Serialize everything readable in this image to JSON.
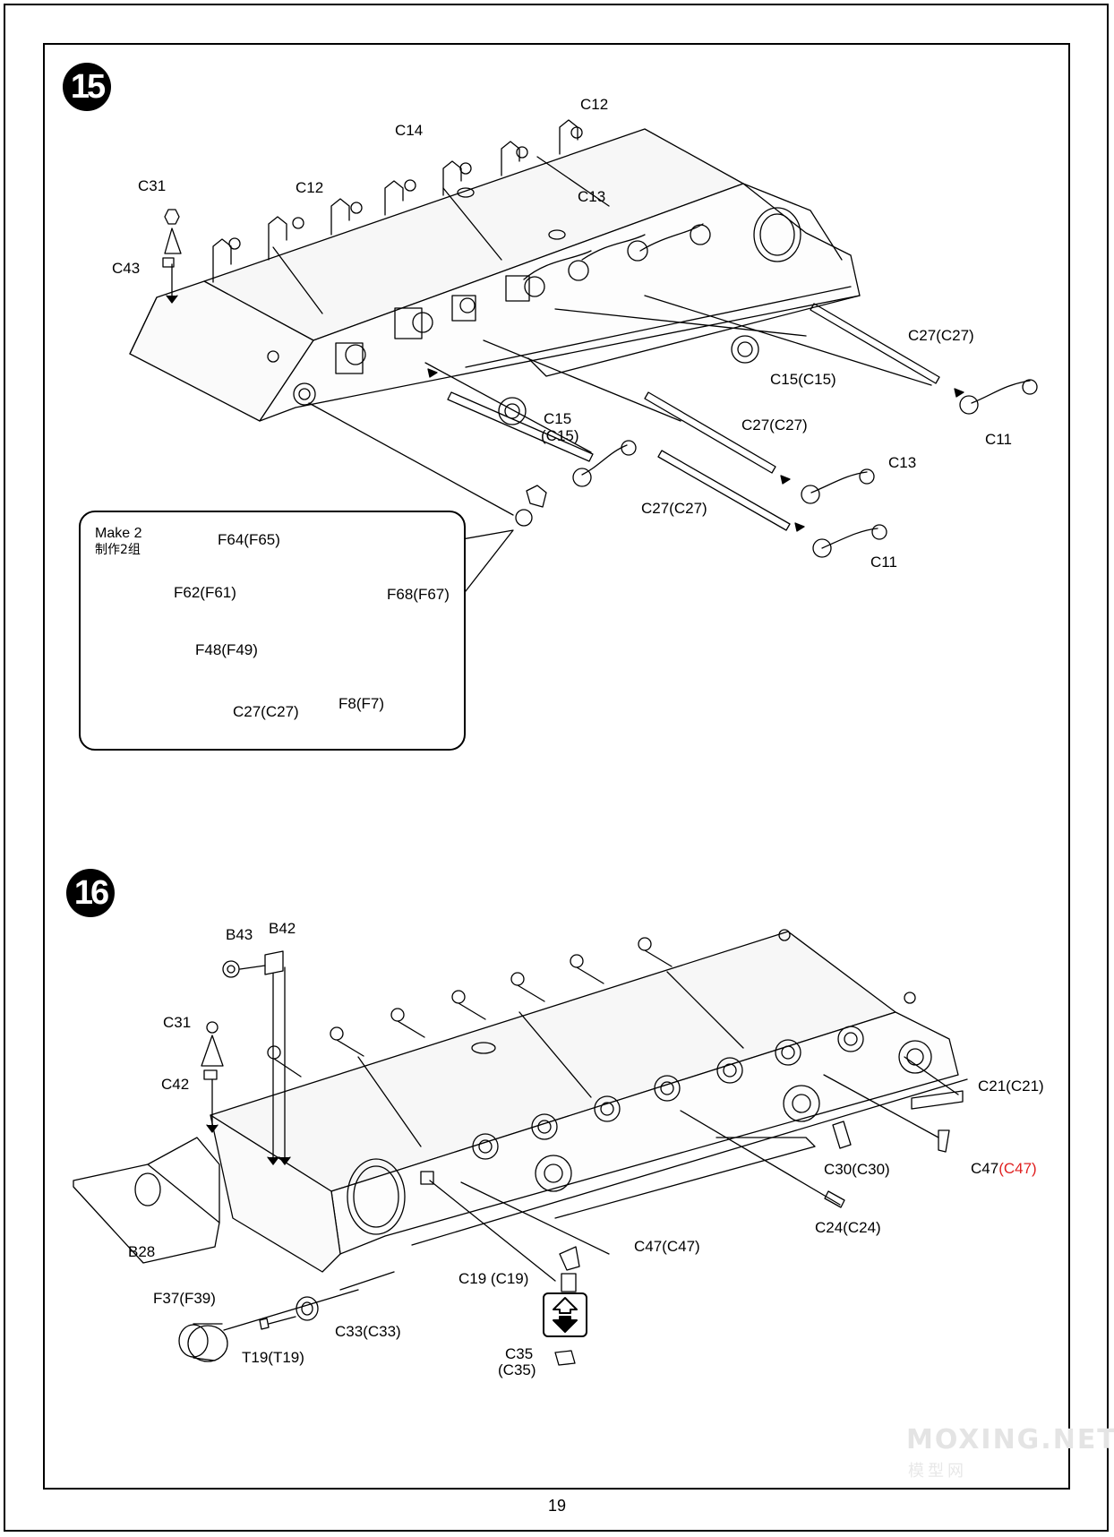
{
  "page_number": "19",
  "watermark": {
    "main": "MOXING.NET",
    "sub": "模型网"
  },
  "step15": {
    "badge": "15",
    "labels": {
      "c31": "C31",
      "c43": "C43",
      "c12_left": "C12",
      "c14": "C14",
      "c12_top": "C12",
      "c13_top": "C13",
      "c27_right": "C27(C27)",
      "c15_right": "C15(C15)",
      "c11_right": "C11",
      "c15_mid": "C15",
      "c15_mid_alt": "(C15)",
      "c27_mid": "C27(C27)",
      "c13_lower": "C13",
      "c27_lower": "C27(C27)",
      "c11_lower": "C11"
    },
    "callout": {
      "note_en": "Make 2",
      "note_cn": "制作2组",
      "labels": {
        "f64": "F64(F65)",
        "f62": "F62(F61)",
        "f68": "F68(F67)",
        "f48": "F48(F49)",
        "c27": "C27(C27)",
        "f8": "F8(F7)"
      }
    }
  },
  "step16": {
    "badge": "16",
    "labels": {
      "b43": "B43",
      "b42": "B42",
      "c31": "C31",
      "c42": "C42",
      "c21": "C21(C21)",
      "c30": "C30(C30)",
      "c47_right_main": "C47",
      "c47_right_alt": "(C47)",
      "c24": "C24(C24)",
      "c47_lower": "C47(C47)",
      "b28": "B28",
      "c19": "C19 (C19)",
      "f37": "F37(F39)",
      "c33": "C33(C33)",
      "t19": "T19(T19)",
      "c35": "C35",
      "c35_alt": "(C35)"
    },
    "colors": {
      "highlight": "#e02020"
    }
  }
}
